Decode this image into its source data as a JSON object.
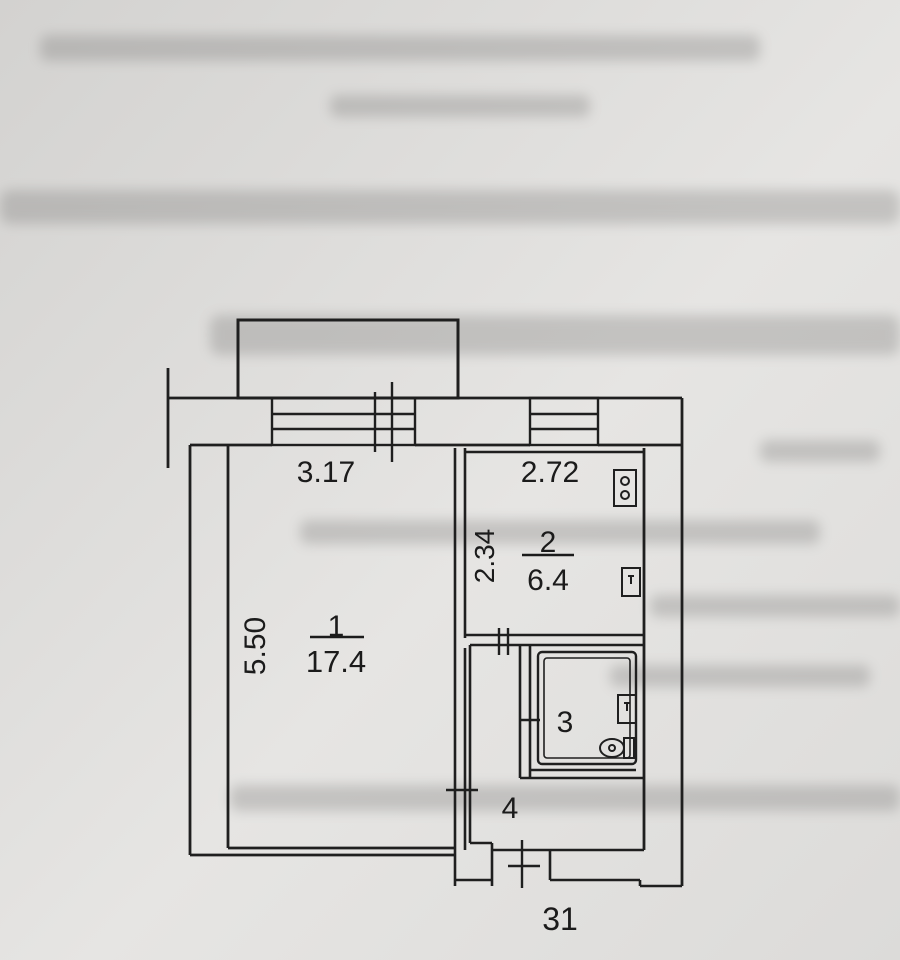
{
  "plan": {
    "rooms": [
      {
        "number": "1",
        "area": "17.4"
      },
      {
        "number": "2",
        "area": "6.4"
      },
      {
        "number": "3"
      },
      {
        "number": "4"
      }
    ],
    "dimensions": {
      "room1_width": "3.17",
      "room1_length": "5.50",
      "room2_width": "2.72",
      "room2_depth": "2.34"
    },
    "unit_label": "31"
  },
  "colors": {
    "paper": "#e4e3e1",
    "shadow": "#c7c5c2",
    "ink": "#1b1b1b"
  }
}
